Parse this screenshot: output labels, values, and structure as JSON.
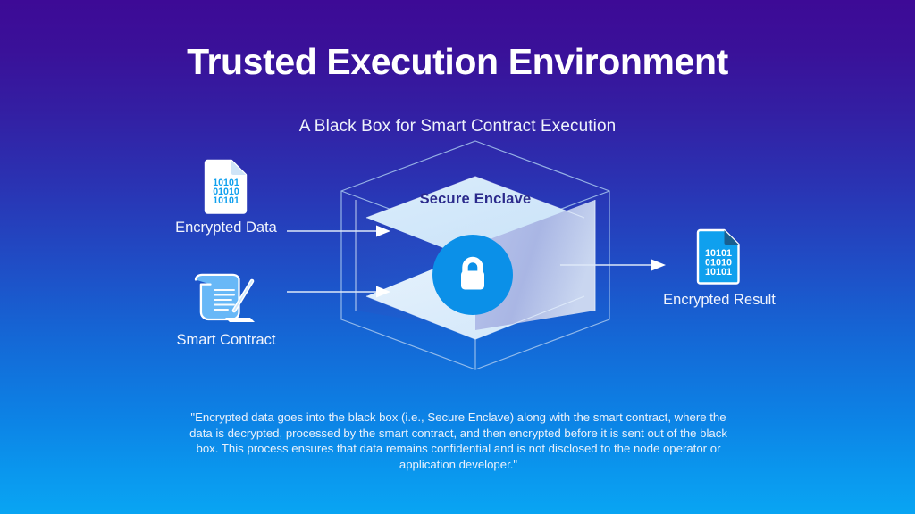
{
  "slide": {
    "title": "Trusted Execution Environment",
    "subtitle": "A Black Box for Smart Contract Execution",
    "caption": "\"Encrypted data goes into the black box (i.e., Secure Enclave) along with the smart contract, where the data is decrypted, processed by the smart contract, and then encrypted before it is sent out of the black box. This process ensures that data remains confidential and is not disclosed to the node operator or application developer.\""
  },
  "enclave": {
    "label": "Secure Enclave",
    "icon": "lock-icon"
  },
  "inputs": [
    {
      "label": "Encrypted Data",
      "icon": "encrypted-document-icon",
      "binary_lines": [
        "10101",
        "01010",
        "10101"
      ]
    },
    {
      "label": "Smart Contract",
      "icon": "contract-scroll-pen-icon"
    }
  ],
  "output": {
    "label": "Encrypted Result",
    "icon": "encrypted-document-icon",
    "binary_lines": [
      "10101",
      "01010",
      "10101"
    ]
  },
  "colors": {
    "bg_top": "#3d0a96",
    "bg_bottom": "#09a5f3",
    "accent_blue": "#0b90e8",
    "enclave_face_light": "#d6e9fa",
    "enclave_text": "#2b2a8c",
    "wireframe": "#9fc5ef",
    "binary_blue": "#0fa0ee",
    "text_white": "#ffffff"
  }
}
